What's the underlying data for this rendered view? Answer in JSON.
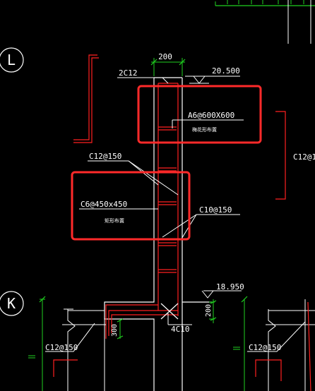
{
  "colors": {
    "background": "#000000",
    "structure": "#ffffff",
    "rebar": "#ff2020",
    "dimension": "#1fd11f",
    "annotation": "#ffffff",
    "highlight": "#ff2a2a"
  },
  "grid_axes": {
    "top": "L",
    "bottom": "K"
  },
  "dimensions": {
    "wall_width": "200",
    "slab_thickness": "200",
    "ledge_height": "300"
  },
  "elevations": {
    "top": "20.500",
    "lower": "18.950"
  },
  "rebar_labels": {
    "top_bars": "2C12",
    "vertical_bars": "C12@150",
    "horizontal_bars": "C10@150",
    "corner_bars": "4C10",
    "left_ledge": "C12@150",
    "right_ledge": "C12@150",
    "right_edge": "C12@1"
  },
  "callouts": {
    "upper": {
      "spec": "A6@600X600",
      "note": "梅花形布置"
    },
    "lower": {
      "spec": "C6@450x450",
      "note": "矩形布置"
    }
  }
}
